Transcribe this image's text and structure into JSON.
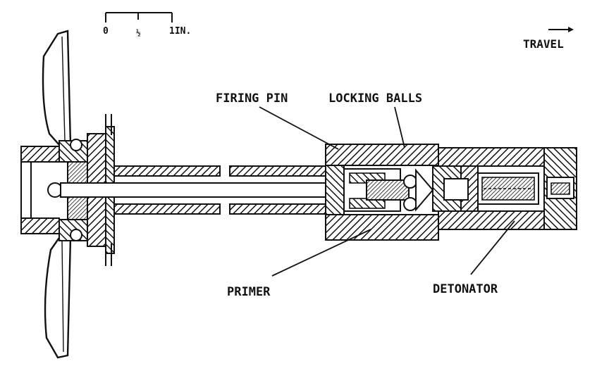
{
  "scale_bar": {
    "tick_start": "0",
    "tick_mid": "½",
    "tick_end": "1IN."
  },
  "direction": {
    "label": "TRAVEL"
  },
  "labels": {
    "firing_pin": "FIRING PIN",
    "locking_balls": "LOCKING BALLS",
    "primer": "PRIMER",
    "detonator": "DETONATOR"
  },
  "colors": {
    "ink": "#111111",
    "paper": "#ffffff"
  }
}
